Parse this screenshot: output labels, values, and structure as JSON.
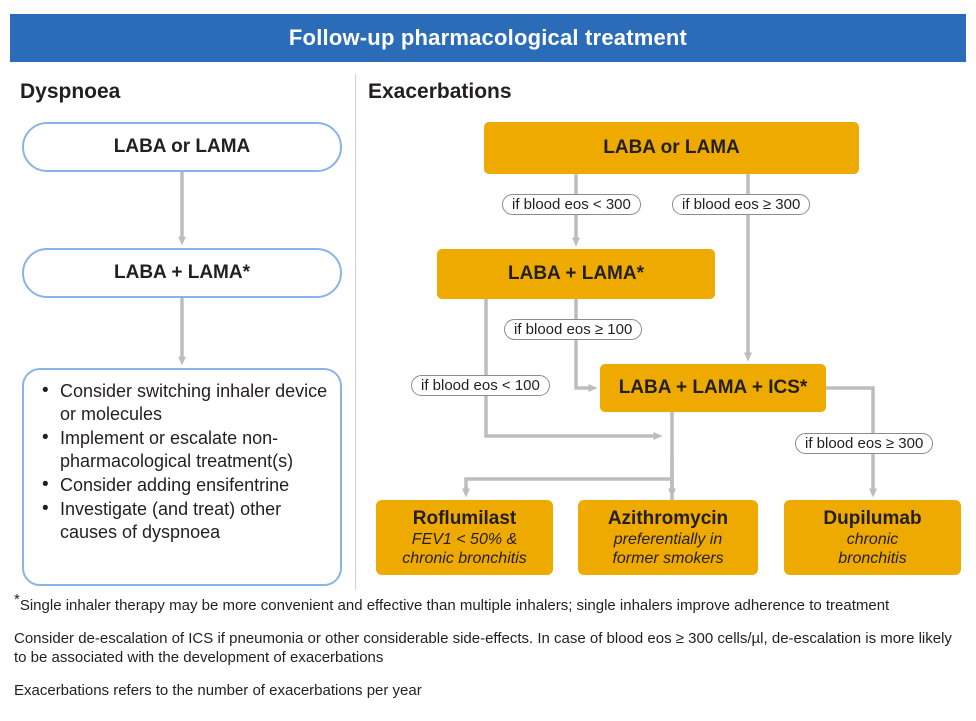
{
  "header": {
    "title": "Follow-up pharmacological treatment",
    "background_color": "#2b6cb8",
    "text_color": "#ffffff"
  },
  "colors": {
    "header_blue": "#2b6cb8",
    "box_orange": "#efaa00",
    "pill_border_blue": "#8ab4e8",
    "connector_grey": "#bdbdbd",
    "divider_grey": "#d2d2d2",
    "text": "#231f20"
  },
  "columns": {
    "left": {
      "heading": "Dyspnoea"
    },
    "right": {
      "heading": "Exacerbations"
    }
  },
  "dyspnoea": {
    "step1": {
      "label": "LABA or LAMA"
    },
    "step2": {
      "label": "LABA + LAMA*"
    },
    "actions": [
      "Consider switching inhaler device or molecules",
      "Implement or escalate non-pharmacological treatment(s)",
      "Consider adding ensifentrine",
      "Investigate (and treat) other causes of dyspnoea"
    ]
  },
  "exacerbations": {
    "step1": {
      "label": "LABA or LAMA"
    },
    "step2": {
      "label": "LABA + LAMA*"
    },
    "step3": {
      "label": "LABA + LAMA + ICS*"
    },
    "conditions": {
      "eos_lt_300": "if blood eos < 300",
      "eos_ge_300_top": "if blood eos ≥ 300",
      "eos_ge_100": "if blood eos ≥ 100",
      "eos_lt_100": "if blood eos < 100",
      "eos_ge_300_dupilumab": "if blood eos ≥ 300"
    },
    "outcomes": [
      {
        "name": "Roflumilast",
        "note_line1": "FEV1 < 50% &",
        "note_line2": "chronic bronchitis"
      },
      {
        "name": "Azithromycin",
        "note_line1": "preferentially in",
        "note_line2": "former smokers"
      },
      {
        "name": "Dupilumab",
        "note_line1": "chronic",
        "note_line2": "bronchitis"
      }
    ]
  },
  "footnotes": {
    "marker": "*",
    "note1": "Single inhaler therapy may be more convenient and effective than multiple inhalers; single inhalers improve adherence to treatment",
    "note2": "Consider de-escalation of ICS if pneumonia or other considerable side-effects. In case of blood eos ≥ 300 cells/µl, de-escalation is more likely to be associated with the development of exacerbations",
    "note3": "Exacerbations refers to the number of exacerbations per year"
  }
}
